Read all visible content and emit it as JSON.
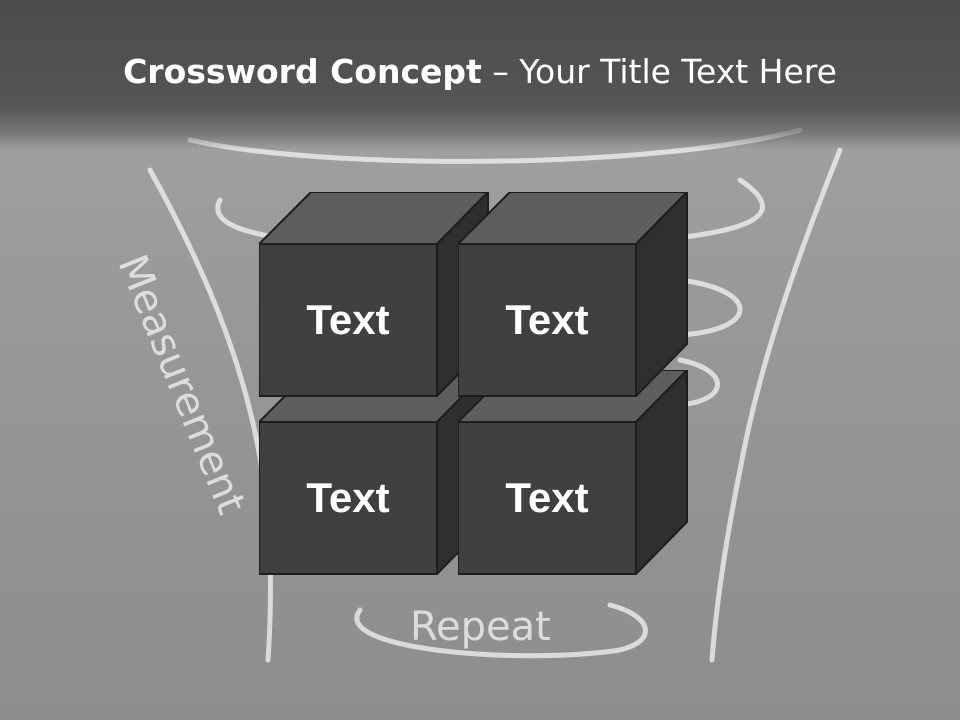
{
  "title": {
    "bold": "Crossword Concept",
    "rest": " – Your Title Text Here"
  },
  "background": {
    "left_word": "Measurement",
    "bottom_word": "Repeat"
  },
  "blocks": [
    {
      "label": "Text"
    },
    {
      "label": "Text"
    },
    {
      "label": "Text"
    },
    {
      "label": "Text"
    }
  ],
  "colors": {
    "header": "#4b4b4b",
    "face": "#404040",
    "top": "#5e5e5e",
    "side": "#2f2f2f",
    "chalk": "#efefef"
  }
}
